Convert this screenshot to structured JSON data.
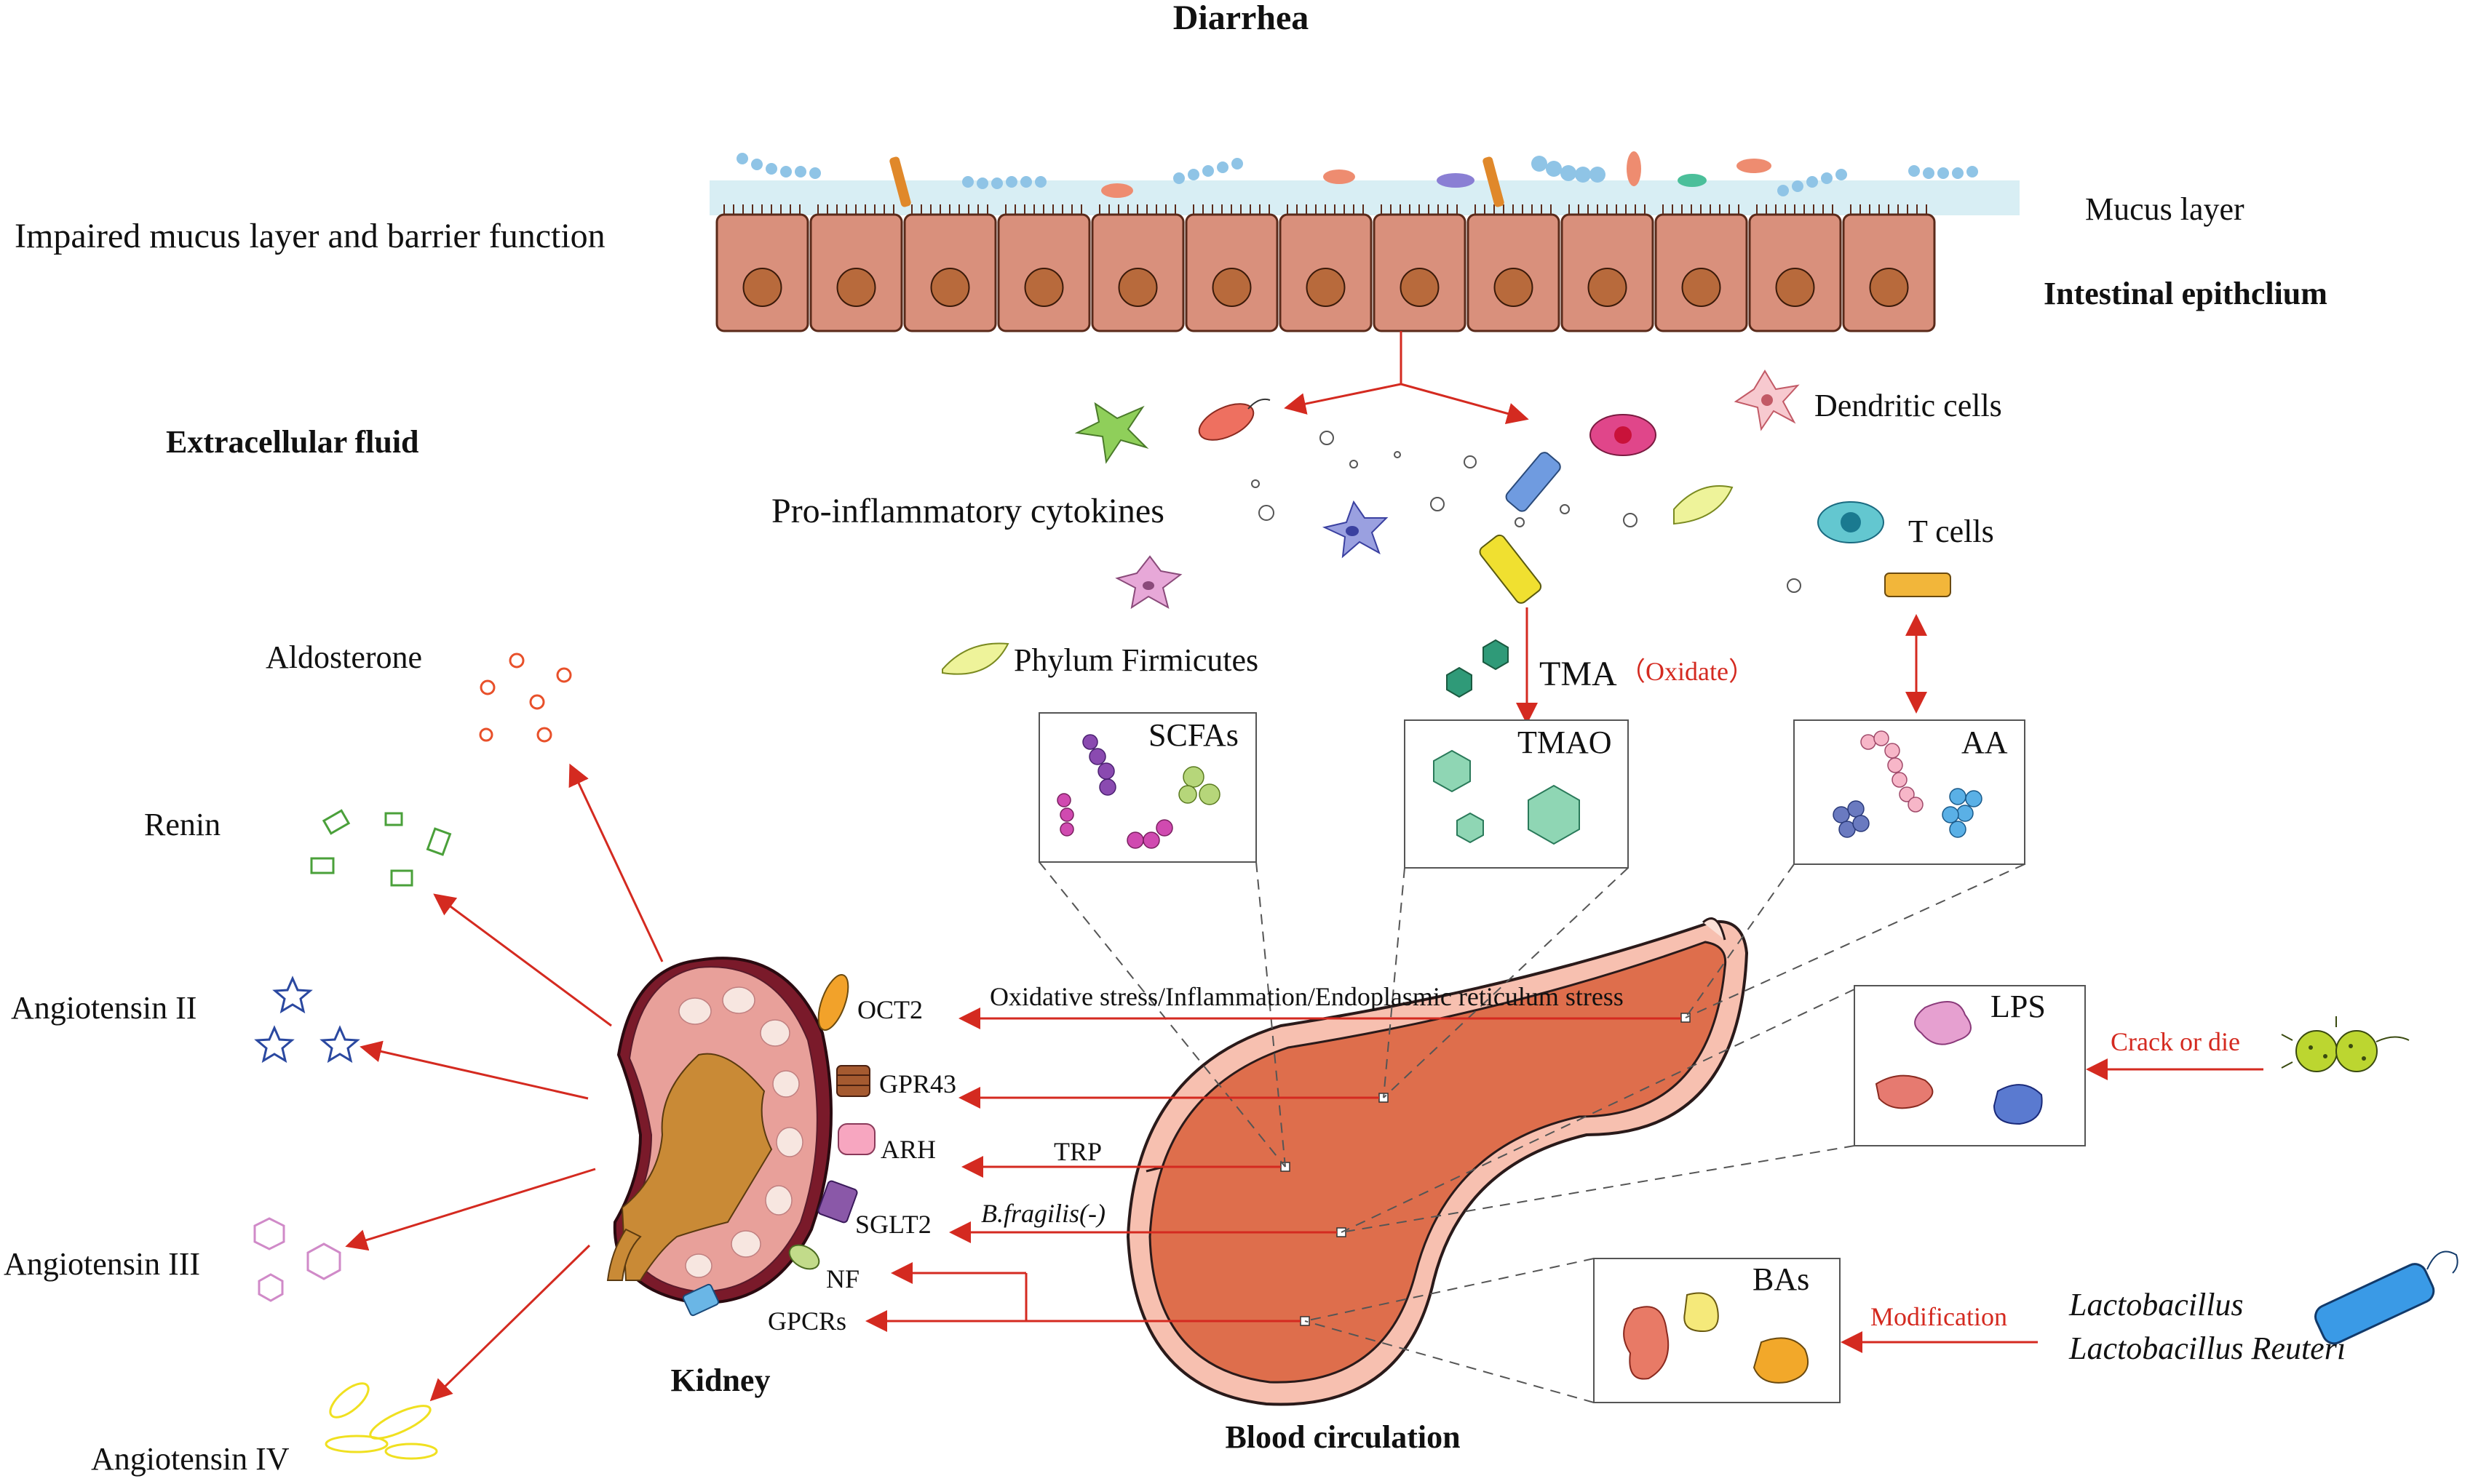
{
  "title": "Diarrhea",
  "gut": {
    "barrier_label": "Impaired mucus layer and barrier function",
    "mucus_label": "Mucus layer",
    "epithelium_label": "Intestinal epithclium",
    "extracellular_label": "Extracellular fluid",
    "cytokines_label": "Pro-inflammatory cytokines",
    "dendritic_label": "Dendritic cells",
    "tcells_label": "T cells",
    "firmicutes_label": "Phylum Firmicutes",
    "tma_label": "TMA",
    "oxidate_label": "（Oxidate）"
  },
  "metabolites": {
    "scfas": "SCFAs",
    "tmao": "TMAO",
    "aa": "AA",
    "lps": "LPS",
    "bas": "BAs"
  },
  "hormones": {
    "aldosterone": "Aldosterone",
    "renin": "Renin",
    "ang2": "Angiotensin II",
    "ang3": "Angiotensin III",
    "ang4": "Angiotensin IV"
  },
  "kidney": {
    "label": "Kidney",
    "receptors": [
      "OCT2",
      "GPR43",
      "ARH",
      "SGLT2",
      "NF",
      "GPCRs"
    ]
  },
  "pathways": {
    "oxidative": "Oxidative stress/Inflammation/Endoplasmic reticulum stress",
    "trp": "TRP",
    "bfragilis": "B.fragilis(-)",
    "crack": "Crack or die",
    "modification": "Modification"
  },
  "bacteria": {
    "lacto1": "Lactobacillus",
    "lacto2": "Lactobacillus Reuteri"
  },
  "blood_label": "Blood circulation",
  "colors": {
    "arrow": "#d42a20",
    "cell": "#d9907c",
    "nucleus": "#b86a3c",
    "mucus": "#d8eef4",
    "intestine": "#de6e4c",
    "kidney": "#e8a09a",
    "pelvis": "#c98a36"
  }
}
